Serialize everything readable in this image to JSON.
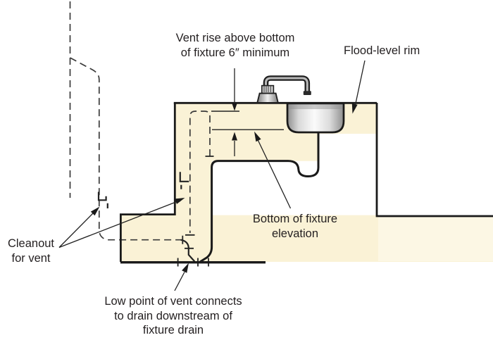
{
  "diagram": {
    "labels": {
      "vent_rise": {
        "line1": "Vent rise above bottom",
        "line2": "of fixture 6″ minimum"
      },
      "flood_level": {
        "text": "Flood-level rim"
      },
      "bottom_fixture": {
        "line1": "Bottom of fixture",
        "line2": "elevation"
      },
      "cleanout": {
        "line1": "Cleanout",
        "line2": "for vent"
      },
      "low_point": {
        "line1": "Low point of vent connects",
        "line2": "to drain downstream of",
        "line3": "fixture drain"
      }
    },
    "colors": {
      "cream": "#FAF2D6",
      "cream_light": "#FCF7E4",
      "ink": "#1A1A1A",
      "dash": "#3A3A3A",
      "text": "#231F20"
    }
  }
}
